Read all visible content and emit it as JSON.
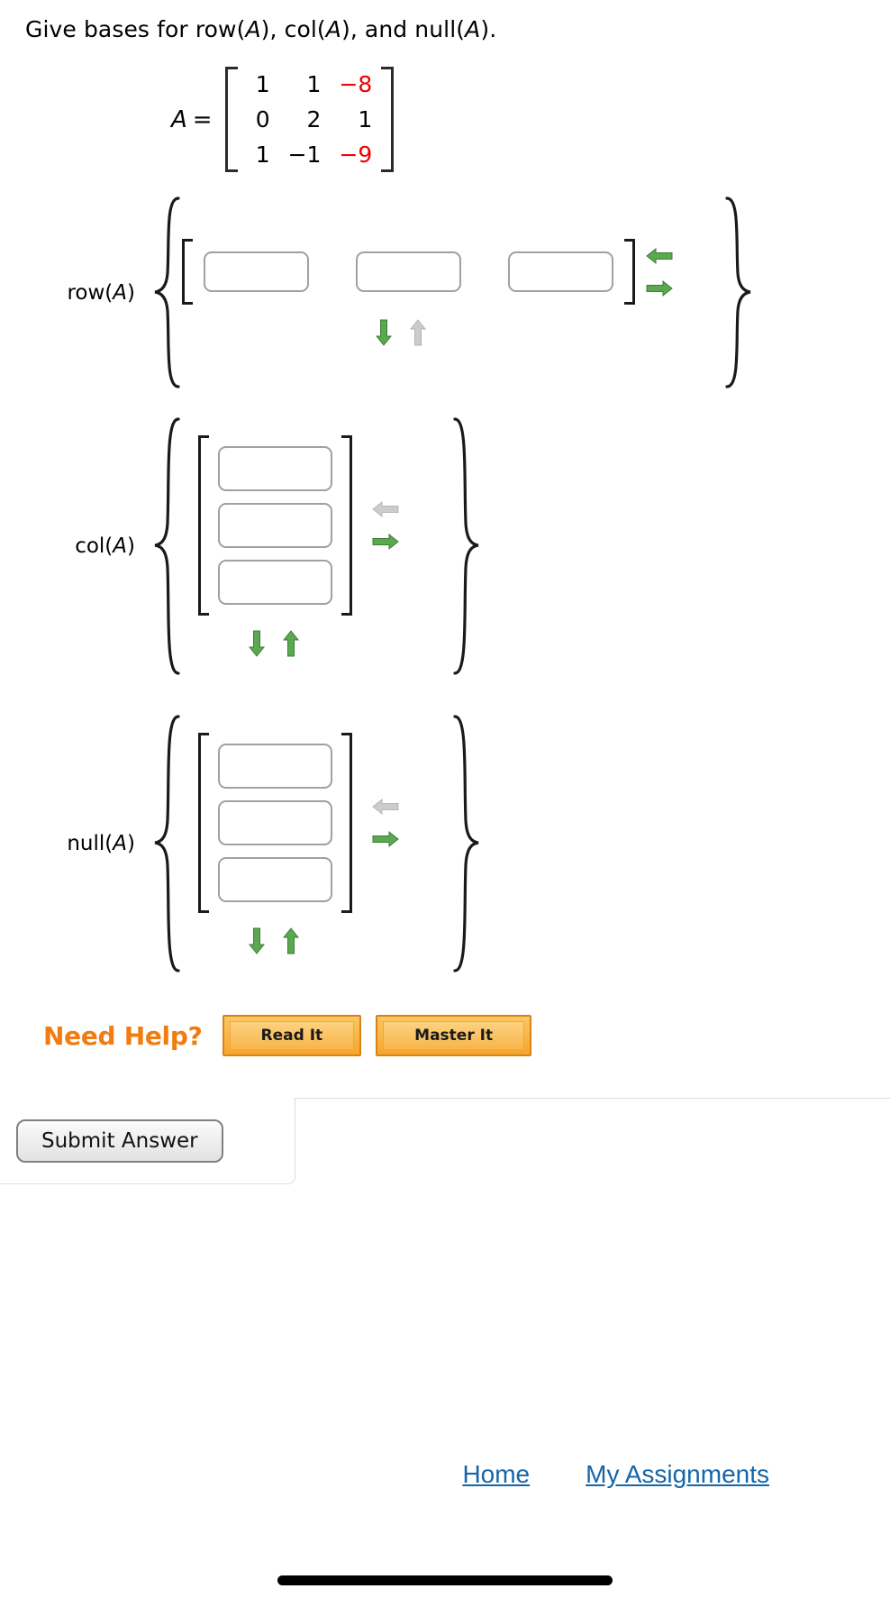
{
  "prompt": {
    "text_before": "Give bases for row(",
    "full": "Give bases for row(A), col(A), and null(A).",
    "segments": [
      "Give bases for row(",
      "A",
      "), col(",
      "A",
      "), and null(",
      "A",
      ")."
    ]
  },
  "matrix": {
    "label": "A",
    "equals": "=",
    "rows": [
      [
        "1",
        "1",
        "−8"
      ],
      [
        "0",
        "2",
        "1"
      ],
      [
        "1",
        "−1",
        "−9"
      ]
    ],
    "red_cells": [
      "8",
      "9"
    ],
    "red_color": "#ee0000"
  },
  "basis_sections": [
    {
      "label": "row(",
      "label_var": "A",
      "label_end": ")",
      "name": "row",
      "orientation": "horizontal",
      "cells": [
        "",
        "",
        ""
      ],
      "placeholder": "",
      "left_arrow_state": "active",
      "right_arrow_state": "active",
      "down_arrow_state": "active",
      "up_arrow_state": "inactive"
    },
    {
      "label": "col(",
      "label_var": "A",
      "label_end": ")",
      "name": "col",
      "orientation": "vertical",
      "cells": [
        "",
        "",
        ""
      ],
      "placeholder": "",
      "left_arrow_state": "inactive",
      "right_arrow_state": "active",
      "down_arrow_state": "active",
      "up_arrow_state": "active"
    },
    {
      "label": "null(",
      "label_var": "A",
      "label_end": ")",
      "name": "null",
      "orientation": "vertical",
      "cells": [
        "",
        "",
        ""
      ],
      "placeholder": "",
      "left_arrow_state": "inactive",
      "right_arrow_state": "active",
      "down_arrow_state": "active",
      "up_arrow_state": "active"
    }
  ],
  "help": {
    "title": "Need Help?",
    "title_color": "#f07c12",
    "buttons": [
      {
        "label": "Read It"
      },
      {
        "label": "Master It"
      }
    ]
  },
  "submit": {
    "label": "Submit Answer"
  },
  "footer": {
    "links": [
      {
        "label": "Home"
      },
      {
        "label": "My Assignments"
      }
    ],
    "link_color": "#1565a8"
  },
  "colors": {
    "arrow_active": "#5aa84f",
    "arrow_inactive": "#cccccc",
    "box_border": "#a0a0a5"
  }
}
